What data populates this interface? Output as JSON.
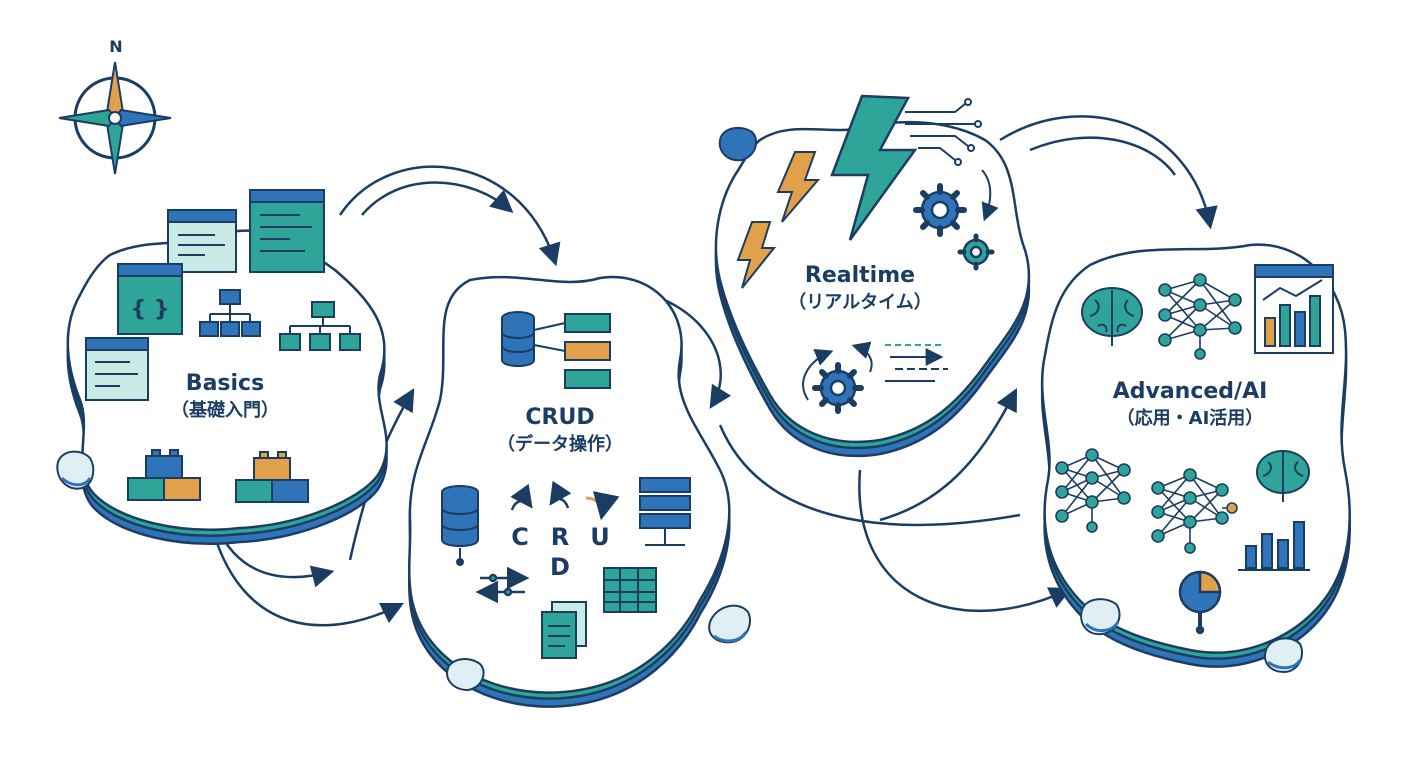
{
  "compass": {
    "north_label": "N"
  },
  "stages": [
    {
      "id": "basics",
      "title": "Basics",
      "subtitle": "（基礎入門）"
    },
    {
      "id": "crud",
      "title": "CRUD",
      "subtitle": "（データ操作）"
    },
    {
      "id": "realtime",
      "title": "Realtime",
      "subtitle": "（リアルタイム）"
    },
    {
      "id": "advanced",
      "title": "Advanced/AI",
      "subtitle": "（応用・AI活用）"
    }
  ],
  "crud_letters": {
    "c": "C",
    "r": "R",
    "u": "U",
    "d": "D"
  },
  "basics_code_glyph": "{ }",
  "colors": {
    "navy": "#1c3d63",
    "blue": "#2f74b8",
    "teal": "#2fa59a",
    "light_teal": "#c9ebe6",
    "orange": "#e2a04a",
    "island_fill": "#ffffff"
  }
}
